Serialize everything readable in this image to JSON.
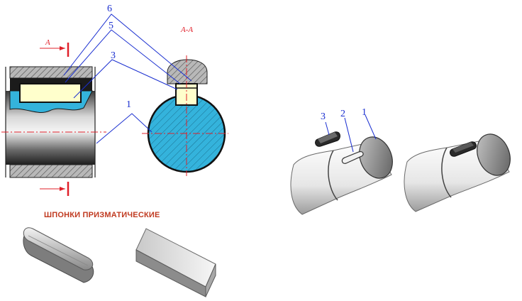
{
  "labels": {
    "section_title": "A-A",
    "arrow_top": "A",
    "callouts_left": [
      "6",
      "5",
      "3",
      "1"
    ],
    "callouts_right": [
      "3",
      "2",
      "1"
    ],
    "header": "ШПОНКИ ПРИЗМАТИЧЕСКИЕ"
  },
  "colors": {
    "callout_blue": "#1a2fd0",
    "section_red": "#e0202a",
    "hub_cyan": "#34b3dc",
    "key_fill": "#ffffcc",
    "hatch_gray": "#8a8a8a",
    "header_text": "#c03a20"
  }
}
